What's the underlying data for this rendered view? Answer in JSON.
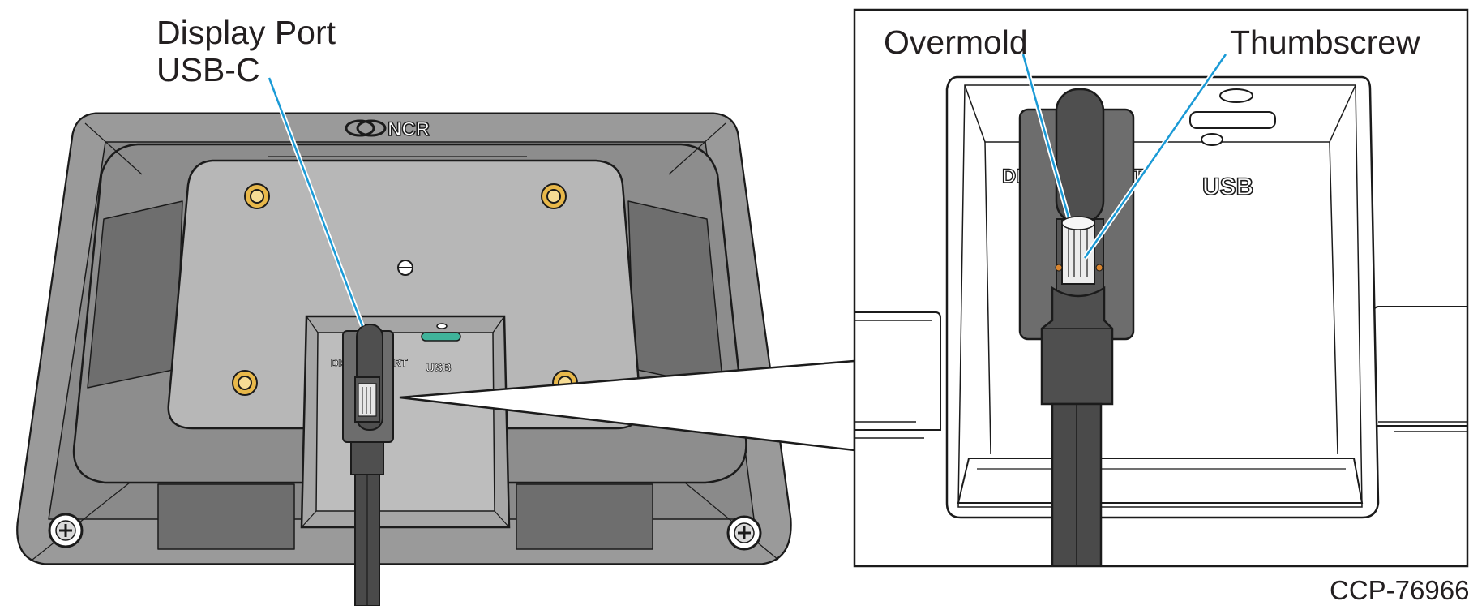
{
  "callouts": {
    "display_port": "Display Port",
    "usb_c": "USB-C",
    "overmold": "Overmold",
    "thumbscrew": "Thumbscrew"
  },
  "panel": {
    "brand": "NCR",
    "port_label_display": "DISPLAY PORT",
    "port_label_usb": "USB"
  },
  "figure_ref": "CCP-76966",
  "colors": {
    "housing": "#8a8a8a",
    "housing_light": "#b7b7b7",
    "housing_dark": "#6e6e6e",
    "leader_line": "#1a9ad6",
    "cable": "#4a4a4a",
    "screw_gold": "#e8b84a"
  },
  "icons": [
    "ncr-logo-icon",
    "screw-icon",
    "thumbscrew-icon"
  ]
}
